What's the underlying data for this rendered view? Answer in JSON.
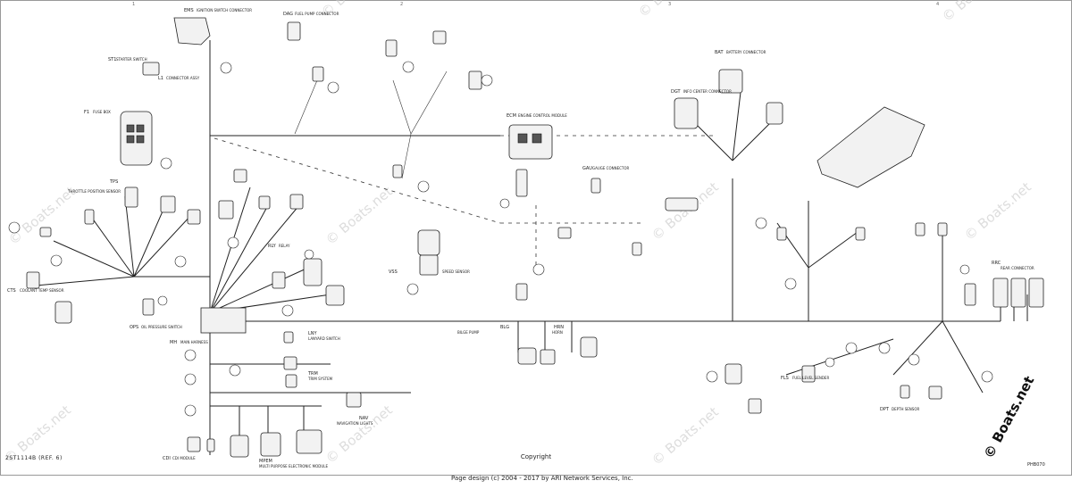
{
  "diagram": {
    "figure_code": "2ST1114B (REF. 6)",
    "right_code": "PHB070",
    "copyright_lines": [
      "Copyright",
      "Page design (c) 2004 - 2017 by ARI Network Services, Inc."
    ],
    "watermark": "© Boats.net",
    "logo_text": "© Boats.net",
    "grid_ticks": [
      "1",
      "2",
      "3",
      "4"
    ]
  },
  "components": [
    {
      "id": "c-ignition-top",
      "code": "EMS",
      "text": "IGNITION SWITCH CONNECTOR"
    },
    {
      "id": "c-starter-sw",
      "code": "ST1",
      "text": "STARTER SWITCH"
    },
    {
      "id": "c-left-upper",
      "code": "L1",
      "text": "CONNECTOR ASSY"
    },
    {
      "id": "c-fuse-box",
      "code": "F1",
      "text": "FUSE BOX"
    },
    {
      "id": "c-mid-top",
      "code": "DAG",
      "text": "FUEL PUMP CONNECTOR"
    },
    {
      "id": "c-ecm",
      "code": "ECM",
      "text": "ENGINE CONTROL MODULE"
    },
    {
      "id": "c-gauge",
      "code": "GAU",
      "text": "GAUGE CONNECTOR"
    },
    {
      "id": "c-right-cluster",
      "code": "DGT",
      "text": "INFO CENTER CONNECTOR"
    },
    {
      "id": "c-battery",
      "code": "BAT",
      "text": "BATTERY CONNECTOR"
    },
    {
      "id": "c-relay",
      "code": "RLY",
      "text": "RELAY"
    },
    {
      "id": "c-harness-main",
      "code": "MH",
      "text": "MAIN HARNESS"
    },
    {
      "id": "c-throttle",
      "code": "TPS",
      "text": "THROTTLE POSITION SENSOR"
    },
    {
      "id": "c-coolant",
      "code": "CTS",
      "text": "COOLANT TEMP SENSOR"
    },
    {
      "id": "c-oil",
      "code": "OPS",
      "text": "OIL PRESSURE SWITCH"
    },
    {
      "id": "c-speed",
      "code": "VSS",
      "text": "SPEED SENSOR"
    },
    {
      "id": "c-bilge",
      "code": "BLG",
      "text": "BILGE PUMP"
    },
    {
      "id": "c-horn",
      "code": "HRN",
      "text": "HORN"
    },
    {
      "id": "c-lanyard",
      "code": "LNY",
      "text": "LANYARD SWITCH"
    },
    {
      "id": "c-trim",
      "code": "TRM",
      "text": "TRIM SYSTEM"
    },
    {
      "id": "c-lights",
      "code": "NAV",
      "text": "NAVIGATION LIGHTS"
    },
    {
      "id": "c-bottom-left",
      "code": "CDI",
      "text": "CDI MODULE"
    },
    {
      "id": "c-bottom-mid",
      "code": "MPEM",
      "text": "MULTI PURPOSE ELECTRONIC MODULE"
    },
    {
      "id": "c-fuel-sender",
      "code": "FLS",
      "text": "FUEL LEVEL SENDER"
    },
    {
      "id": "c-depth",
      "code": "DPT",
      "text": "DEPTH SENSOR"
    },
    {
      "id": "c-rear-right",
      "code": "RRC",
      "text": "REAR CONNECTOR"
    }
  ]
}
